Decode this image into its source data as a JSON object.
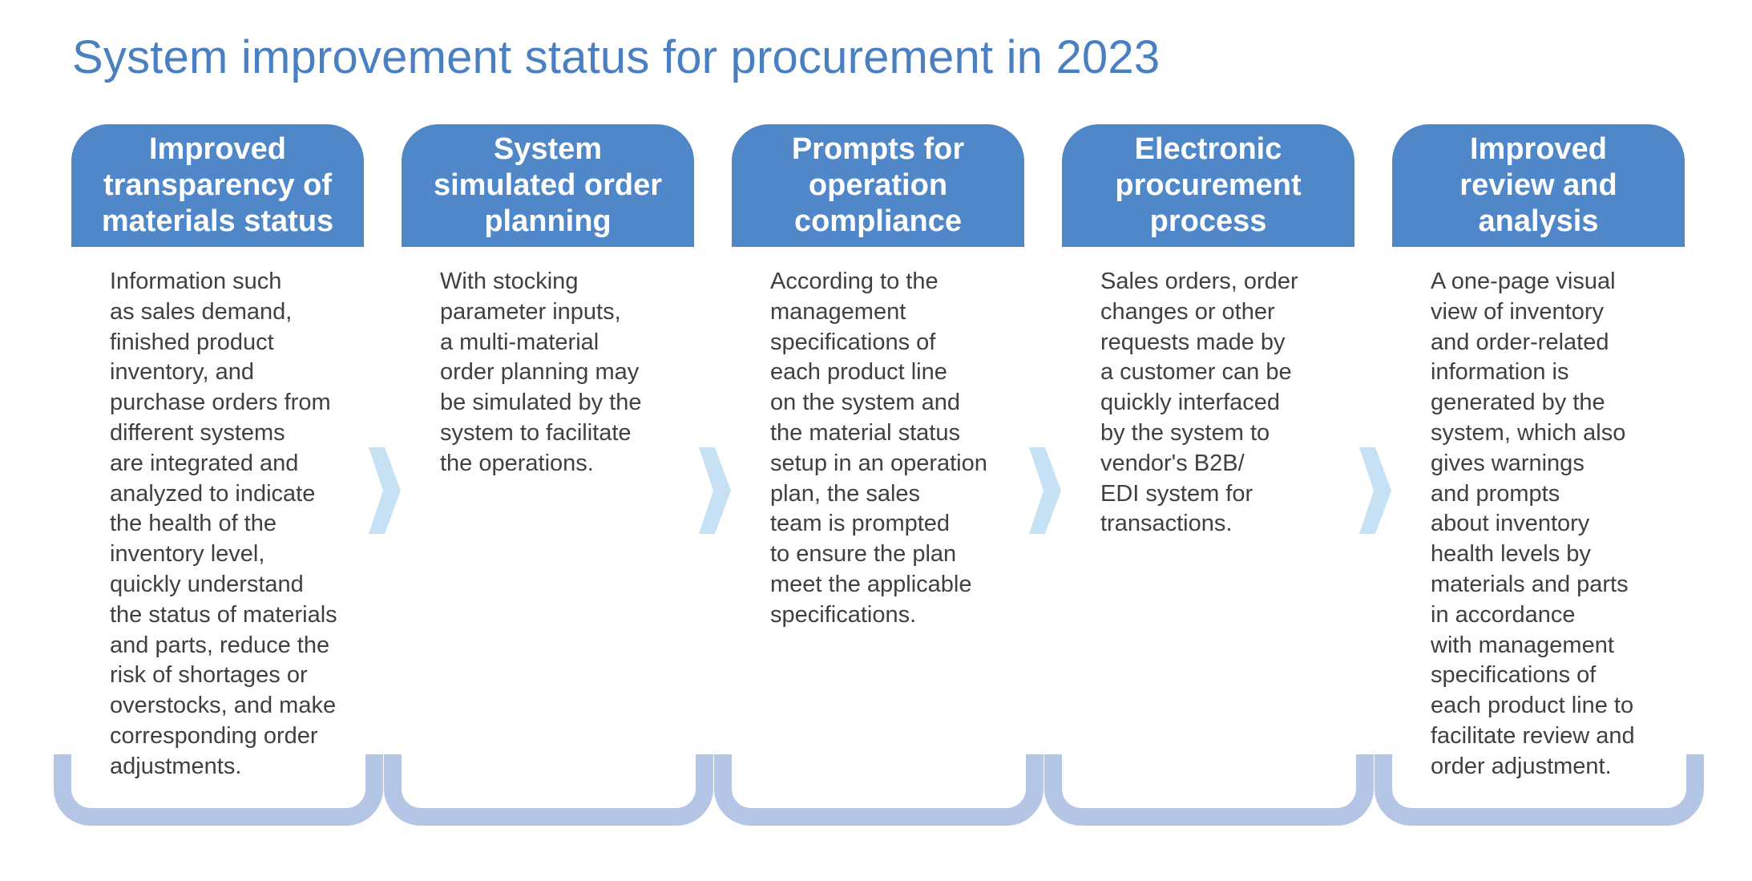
{
  "title": "System improvement status for procurement in 2023",
  "colors": {
    "title": "#4a7fc1",
    "header_fill": "#5087c8",
    "header_text": "#ffffff",
    "body_text": "#404040",
    "bracket": "#b4c5e5",
    "arrow": "#c7e1f4"
  },
  "icons": {
    "connector": "chevron-right-icon"
  },
  "steps": [
    {
      "title": "Improved\ntransparency of\nmaterials status",
      "description": "Information such\nas sales demand,\nfinished product\ninventory, and\npurchase orders from\ndifferent systems\nare integrated and\nanalyzed to indicate\nthe health of the\ninventory level,\nquickly understand\nthe status of materials\nand parts, reduce the\nrisk of shortages or\noverstocks, and make\ncorresponding order\nadjustments."
    },
    {
      "title": "System\nsimulated order\nplanning",
      "description": "With stocking\nparameter inputs,\na multi-material\norder planning may\nbe simulated by the\nsystem to facilitate\nthe operations."
    },
    {
      "title": "Prompts for\noperation\ncompliance",
      "description": "According to the\nmanagement\nspecifications of\neach product line\non the system and\nthe material status\nsetup in an operation\nplan, the sales\nteam is prompted\nto ensure the plan\nmeet the applicable\nspecifications."
    },
    {
      "title": "Electronic\nprocurement\nprocess",
      "description": "Sales orders, order\nchanges or other\nrequests made by\na customer can be\nquickly interfaced\nby the system to\nvendor's B2B/\nEDI system for\ntransactions."
    },
    {
      "title": "Improved\nreview and\nanalysis",
      "description": "A one-page visual\nview of inventory\nand order-related\ninformation is\ngenerated by the\nsystem, which also\ngives warnings\nand prompts\nabout inventory\nhealth levels by\nmaterials and parts\nin accordance\nwith management\nspecifications of\neach product line to\nfacilitate review and\norder adjustment."
    }
  ]
}
